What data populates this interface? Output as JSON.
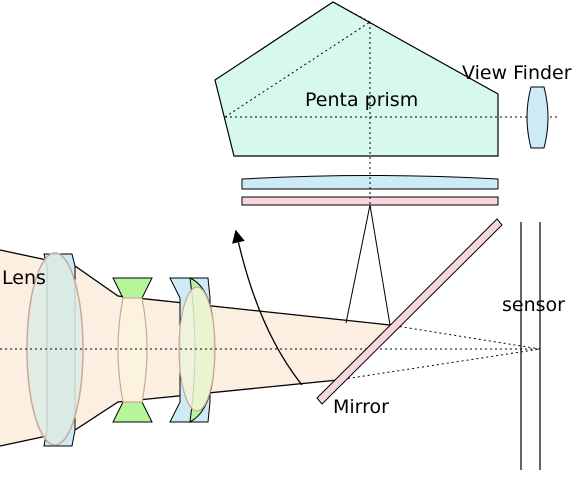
{
  "labels": {
    "lens": "Lens",
    "penta_prism": "Penta prism",
    "view_finder": "View Finder",
    "sensor": "sensor",
    "mirror": "Mirror"
  },
  "colors": {
    "prism_fill": "#d6f8ee",
    "light_blue": "#cdeaf7",
    "lens_green": "#b6f59a",
    "mirror_pink": "#f9d6dc",
    "beam_fill": "#fdeee2",
    "outline": "#000000"
  }
}
